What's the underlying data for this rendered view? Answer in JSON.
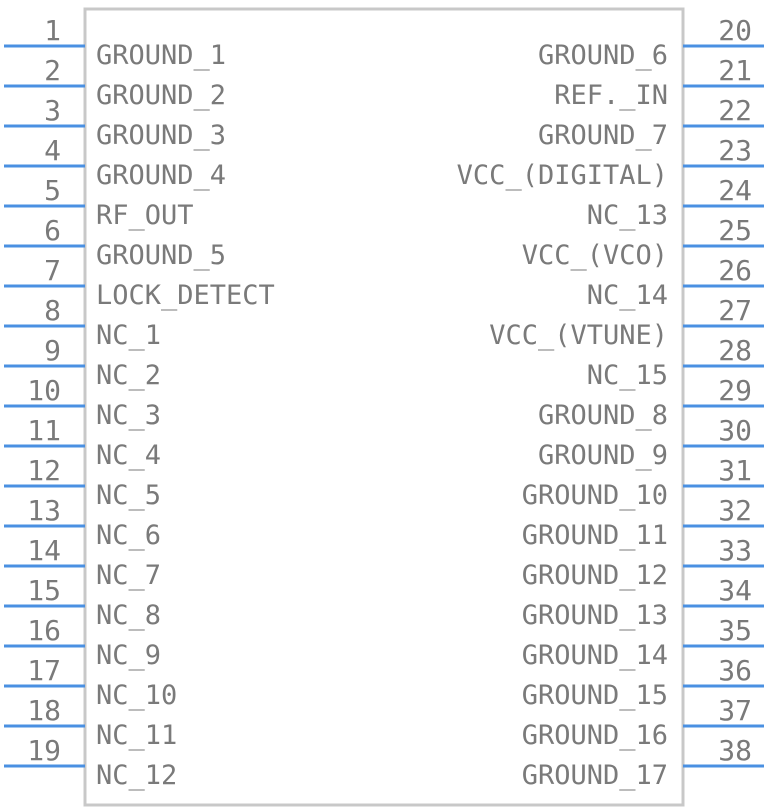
{
  "component": {
    "colors": {
      "pin": "#4a90e2",
      "body_outline": "#c8c8c8",
      "text": "#7a7a7a"
    },
    "left_pins": [
      {
        "number": "1",
        "label": "GROUND_1"
      },
      {
        "number": "2",
        "label": "GROUND_2"
      },
      {
        "number": "3",
        "label": "GROUND_3"
      },
      {
        "number": "4",
        "label": "GROUND_4"
      },
      {
        "number": "5",
        "label": "RF_OUT"
      },
      {
        "number": "6",
        "label": "GROUND_5"
      },
      {
        "number": "7",
        "label": "LOCK_DETECT"
      },
      {
        "number": "8",
        "label": "NC_1"
      },
      {
        "number": "9",
        "label": "NC_2"
      },
      {
        "number": "10",
        "label": "NC_3"
      },
      {
        "number": "11",
        "label": "NC_4"
      },
      {
        "number": "12",
        "label": "NC_5"
      },
      {
        "number": "13",
        "label": "NC_6"
      },
      {
        "number": "14",
        "label": "NC_7"
      },
      {
        "number": "15",
        "label": "NC_8"
      },
      {
        "number": "16",
        "label": "NC_9"
      },
      {
        "number": "17",
        "label": "NC_10"
      },
      {
        "number": "18",
        "label": "NC_11"
      },
      {
        "number": "19",
        "label": "NC_12"
      }
    ],
    "right_pins": [
      {
        "number": "20",
        "label": "GROUND_6"
      },
      {
        "number": "21",
        "label": "REF._IN"
      },
      {
        "number": "22",
        "label": "GROUND_7"
      },
      {
        "number": "23",
        "label": "VCC_(DIGITAL)"
      },
      {
        "number": "24",
        "label": "NC_13"
      },
      {
        "number": "25",
        "label": "VCC_(VCO)"
      },
      {
        "number": "26",
        "label": "NC_14"
      },
      {
        "number": "27",
        "label": "VCC_(VTUNE)"
      },
      {
        "number": "28",
        "label": "NC_15"
      },
      {
        "number": "29",
        "label": "GROUND_8"
      },
      {
        "number": "30",
        "label": "GROUND_9"
      },
      {
        "number": "31",
        "label": "GROUND_10"
      },
      {
        "number": "32",
        "label": "GROUND_11"
      },
      {
        "number": "33",
        "label": "GROUND_12"
      },
      {
        "number": "34",
        "label": "GROUND_13"
      },
      {
        "number": "35",
        "label": "GROUND_14"
      },
      {
        "number": "36",
        "label": "GROUND_15"
      },
      {
        "number": "37",
        "label": "GROUND_16"
      },
      {
        "number": "38",
        "label": "GROUND_17"
      }
    ]
  }
}
